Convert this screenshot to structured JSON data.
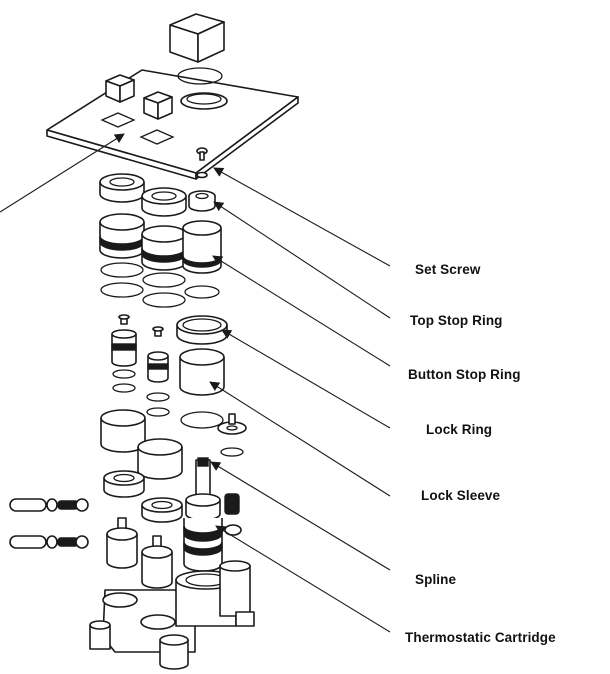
{
  "labels": {
    "set_screw": "Set Screw",
    "top_stop_ring": "Top Stop Ring",
    "button_stop_ring": "Button Stop Ring",
    "lock_ring": "Lock Ring",
    "lock_sleeve": "Lock Sleeve",
    "spline": "Spline",
    "thermostatic_cartridge": "Thermostatic Cartridge"
  }
}
